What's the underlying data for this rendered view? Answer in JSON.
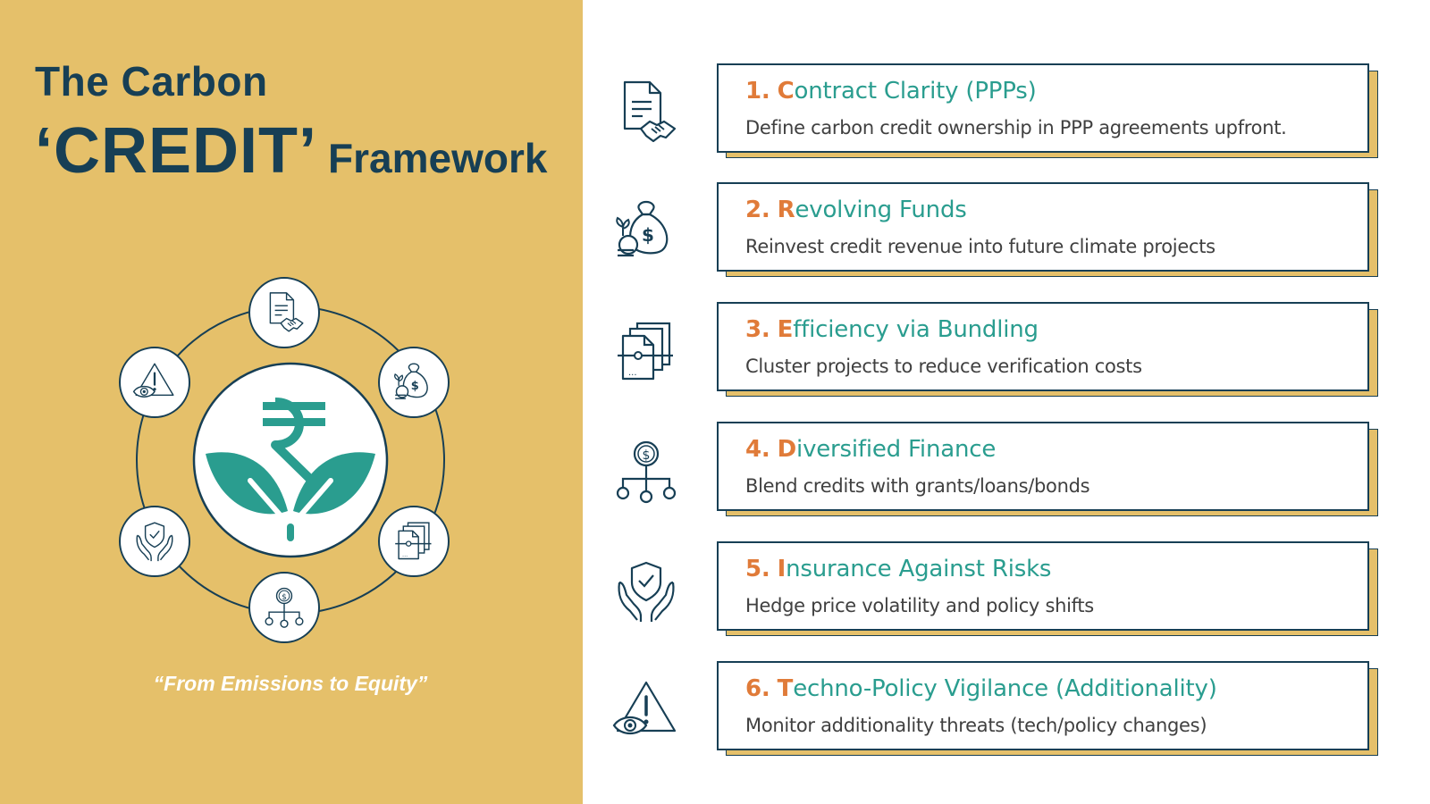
{
  "header": {
    "title_line1": "The Carbon",
    "title_credit": "‘CREDIT’",
    "title_framework": "Framework"
  },
  "tagline": "“From Emissions to Equity”",
  "colors": {
    "gold": "#e5c06a",
    "navy": "#173f55",
    "teal": "#2a9d8f",
    "orange": "#e07b39"
  },
  "wheel_icons": [
    "contract-handshake-icon",
    "money-bag-icon",
    "documents-bundle-icon",
    "finance-tree-icon",
    "shield-hands-icon",
    "warning-eye-icon"
  ],
  "center_icon": "rupee-leaf-icon",
  "items": [
    {
      "num": "1.",
      "initial": "C",
      "rest": "ontract Clarity (PPPs)",
      "desc": "Define carbon credit ownership in PPP agreements upfront.",
      "icon": "contract-handshake-icon"
    },
    {
      "num": "2.",
      "initial": "R",
      "rest": "evolving Funds",
      "desc": "Reinvest credit revenue into future climate projects",
      "icon": "money-bag-icon"
    },
    {
      "num": "3.",
      "initial": "E",
      "rest": "fficiency via Bundling",
      "desc": "Cluster projects to reduce verification costs",
      "icon": "documents-bundle-icon"
    },
    {
      "num": "4.",
      "initial": "D",
      "rest": "iversified Finance",
      "desc": "Blend credits with grants/loans/bonds",
      "icon": "finance-tree-icon"
    },
    {
      "num": "5.",
      "initial": "I",
      "rest": "nsurance Against Risks",
      "desc": "Hedge price volatility and policy shifts",
      "icon": "shield-hands-icon"
    },
    {
      "num": "6.",
      "initial": "T",
      "rest": "echno-Policy Vigilance (Additionality)",
      "desc": "Monitor additionality threats (tech/policy changes)",
      "icon": "warning-eye-icon"
    }
  ]
}
